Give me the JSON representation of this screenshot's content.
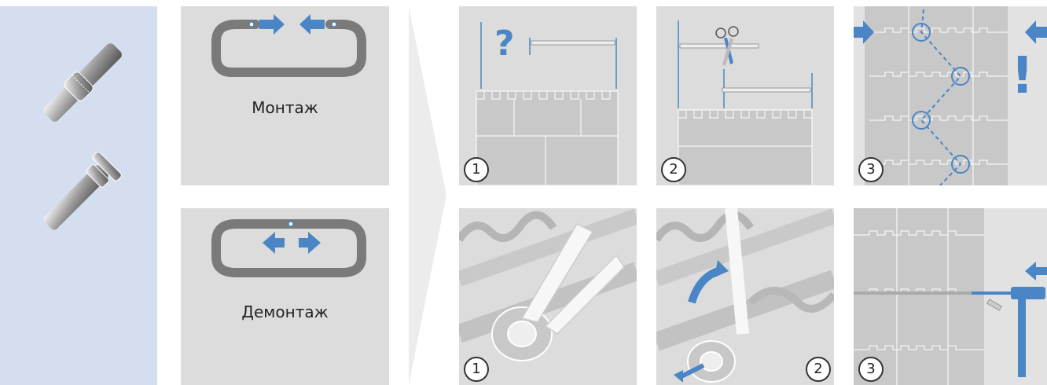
{
  "sections": {
    "mount": {
      "label": "Монтаж"
    },
    "dismount": {
      "label": "Демонтаж"
    }
  },
  "steps": {
    "mount": [
      "1",
      "2",
      "3"
    ],
    "dismount": [
      "1",
      "2",
      "3"
    ]
  },
  "symbols": {
    "question": "?",
    "exclamation": "!"
  },
  "colors": {
    "accent_blue": "#4a86c5",
    "sidebar_bg": "#d5deee",
    "panel_bg": "#dcdcdc",
    "chain_gray": "#7a7a7a"
  },
  "icons": [
    "pin-icon",
    "chain-icon",
    "arrow-icon",
    "scissors-icon",
    "pliers-icon",
    "hammer-icon",
    "chevron-icon"
  ]
}
